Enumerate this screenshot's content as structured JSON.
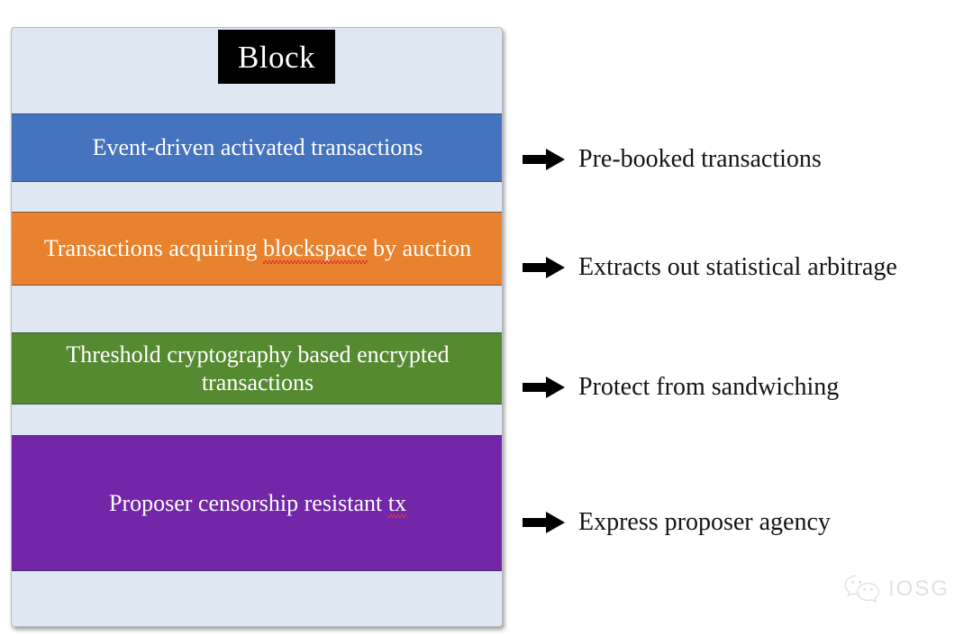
{
  "diagram": {
    "title": "Block",
    "container_background": "#dee7f2",
    "layers": [
      {
        "id": "event-driven",
        "text": "Event-driven activated transactions",
        "color": "#4573be",
        "color_name": "blue"
      },
      {
        "id": "auction-blockspace",
        "text_before": "Transactions acquiring ",
        "misspelled": "blockspace",
        "text_after": " by auction",
        "color": "#e8822e",
        "color_name": "orange"
      },
      {
        "id": "threshold-encrypted",
        "text": "Threshold cryptography based encrypted transactions",
        "color": "#558a31",
        "color_name": "green"
      },
      {
        "id": "proposer-censorship",
        "text_before": "Proposer censorship resistant ",
        "misspelled": "tx",
        "text_after": "",
        "color": "#7327a8",
        "color_name": "purple"
      }
    ],
    "annotations": [
      {
        "id": "pre-booked",
        "icon": "right-arrow-icon",
        "label": "Pre-booked transactions"
      },
      {
        "id": "statistical-arbitrage",
        "icon": "right-arrow-icon",
        "label": "Extracts out statistical arbitrage"
      },
      {
        "id": "sandwiching",
        "icon": "right-arrow-icon",
        "label": "Protect from sandwiching"
      },
      {
        "id": "proposer-agency",
        "icon": "right-arrow-icon",
        "label": "Express proposer agency"
      }
    ]
  },
  "watermark": {
    "icon": "wechat-icon",
    "label": "IOSG",
    "color": "#c9c9c9"
  }
}
